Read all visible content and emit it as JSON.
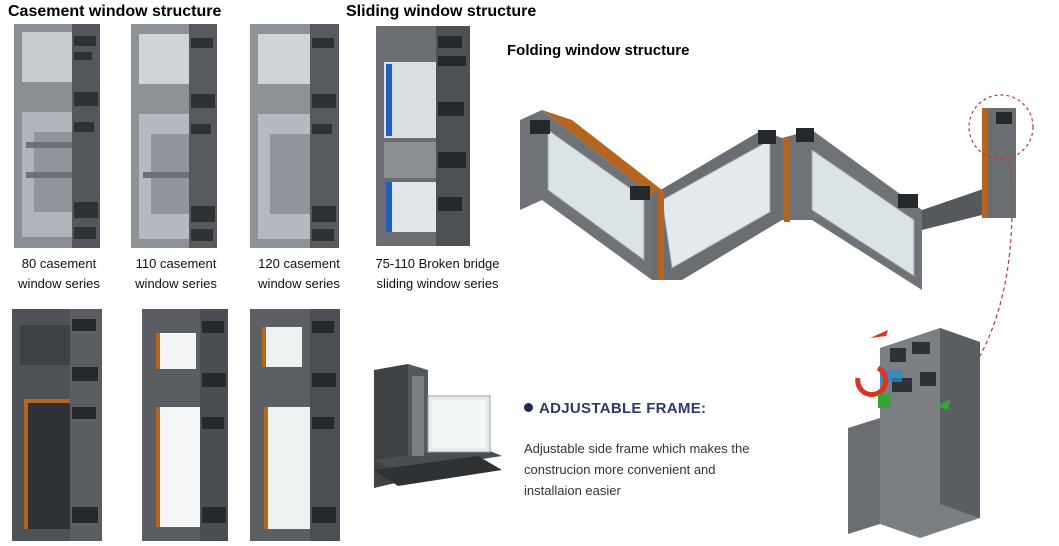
{
  "headings": {
    "casement": "Casement window structure",
    "sliding": "Sliding window structure",
    "folding": "Folding window structure"
  },
  "captions": {
    "c80": [
      "80 casement",
      "window series"
    ],
    "c110": [
      "110 casement",
      "window series"
    ],
    "c120": [
      "120 casement",
      "window series"
    ],
    "sliding": [
      "75-110 Broken bridge",
      "sliding window series"
    ]
  },
  "feature": {
    "title": "ADJUSTABLE FRAME:",
    "description": [
      "Adjustable side frame which makes the",
      "construcion more convenient and",
      "installaion easier"
    ]
  },
  "colors": {
    "aluminum": "#6f7377",
    "aluminum_dark": "#4a4e52",
    "wood": "#b5651d",
    "glass": "#dfe6ea",
    "accent_blue": "#1f5fbf",
    "arrow_red": "#e0301e",
    "arrow_green": "#35a535"
  }
}
